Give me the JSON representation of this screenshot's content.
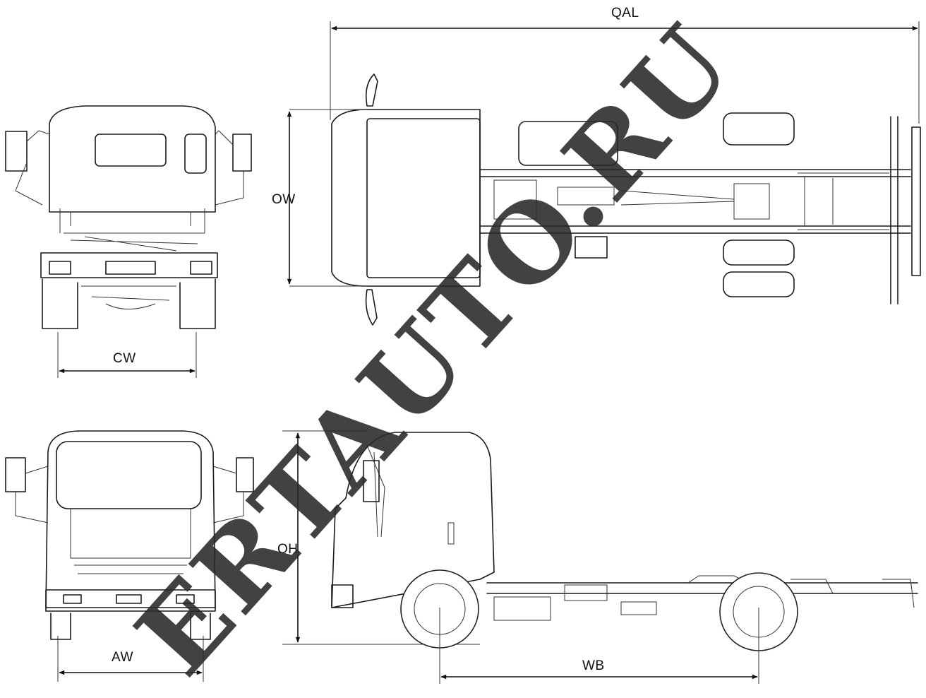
{
  "dimensions": {
    "overall_length": "QAL",
    "overall_width": "OW",
    "cab_width": "CW",
    "overall_height": "OH",
    "axle_width": "AW",
    "wheelbase": "WB"
  },
  "watermark": "ERTAUTO.RU",
  "colors": {
    "line": "#1a1a1a",
    "background": "#ffffff",
    "watermark": "#2a2a2a"
  }
}
